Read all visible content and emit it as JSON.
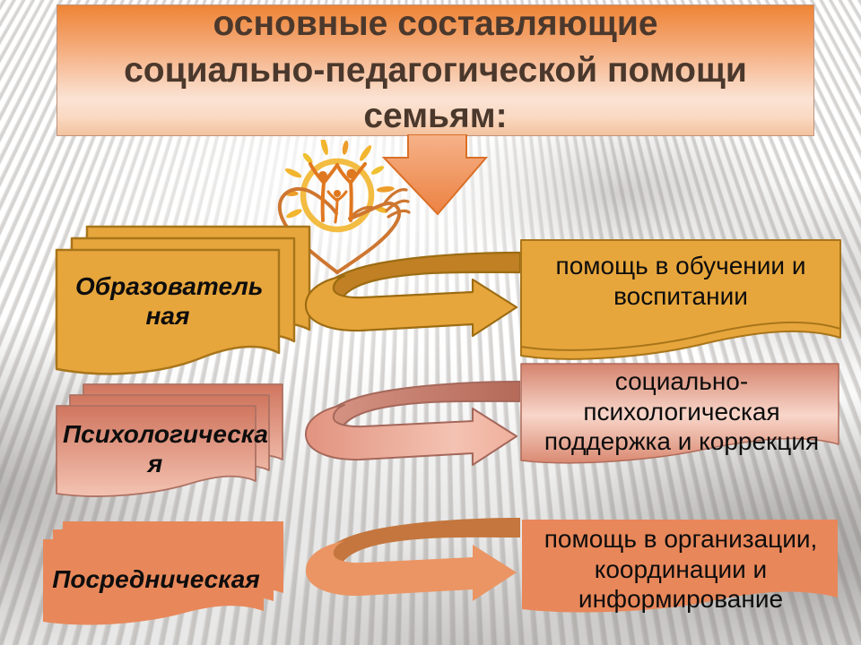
{
  "slide": {
    "title": "основные составляющие социально-педагогической помощи семьям:",
    "rows": [
      {
        "category": "Образователь\nная",
        "result": "помощь в обучении и воспитании",
        "color": "#E7A63C"
      },
      {
        "category": "Психологическа\nя",
        "result": "социально-психологическая поддержка и коррекция",
        "color": "#DC8971"
      },
      {
        "category": "Посредническая",
        "result": "помощь в организации, координации и информирование",
        "color": "#E8885A"
      }
    ],
    "icons": {
      "logo": "family-sun-in-hands-logo",
      "title_pointer": "down-arrow",
      "row_connector": "loop-right-arrow"
    },
    "colors": {
      "title_gradient_top": "#EE8435",
      "title_gradient_bottom": "#F3C29D",
      "title_text": "#4B382C",
      "orange_fill": "#E7A63C",
      "orange_border": "#A8751A",
      "pink_fill_top": "#D0765F",
      "pink_fill_bottom": "#F4C3B2",
      "pink_border": "#AD7263",
      "salmon_fill": "#E8885A",
      "body_text": "#0D0D0D"
    }
  }
}
